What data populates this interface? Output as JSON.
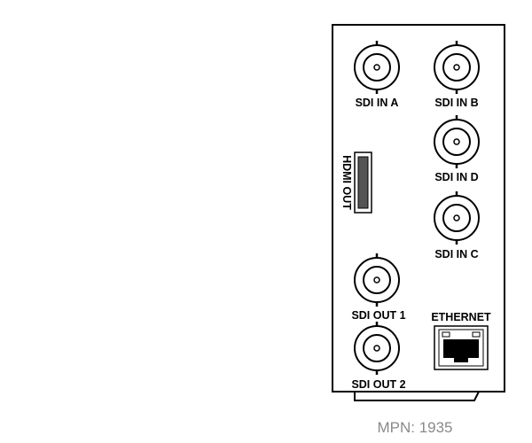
{
  "connectors": {
    "sdi_in_a": "SDI IN A",
    "sdi_in_b": "SDI IN B",
    "sdi_in_d": "SDI IN D",
    "sdi_in_c": "SDI IN C",
    "sdi_out_1": "SDI OUT 1",
    "sdi_out_2": "SDI OUT 2",
    "hdmi_out": "HDMI OUT",
    "ethernet": "ETHERNET"
  },
  "part_number": "MPN: 1935",
  "icons": {
    "bnc": "bnc-connector-icon",
    "hdmi": "hdmi-port-icon",
    "ethernet": "rj45-port-icon"
  }
}
